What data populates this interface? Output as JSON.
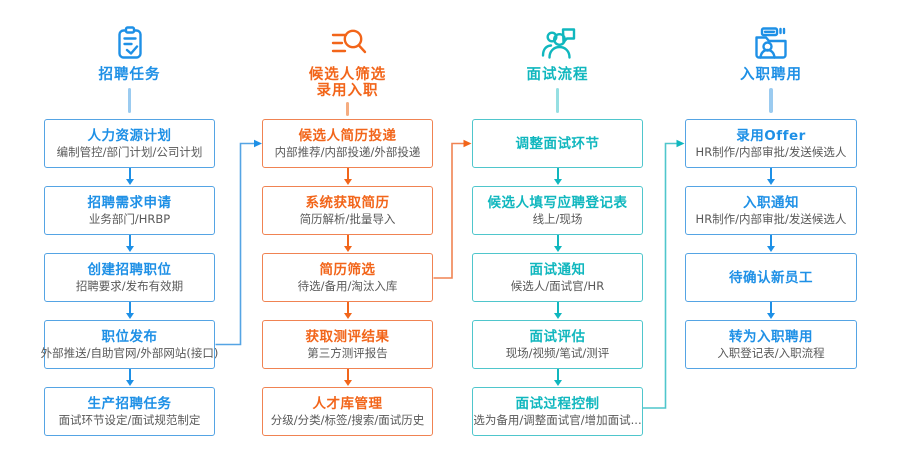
{
  "page": {
    "background": "#ffffff"
  },
  "colors": {
    "blue": "#1E90E6",
    "blue_border": "#55A4E4",
    "blue_light": "#9BCBF0",
    "orange": "#F2651A",
    "orange_border": "#F08352",
    "orange_light": "#F5AC80",
    "teal": "#10B7BE",
    "teal_border": "#4FC6CC",
    "teal_light": "#96DFE2",
    "subtitle_gray": "#595959"
  },
  "columns": [
    {
      "id": "recruiting-tasks",
      "icon": "clipboard-check-icon",
      "theme": "blue",
      "title": "招聘任务",
      "title_line2": "",
      "boxes": [
        {
          "title": "人力资源计划",
          "subtitle": "编制管控/部门计划/公司计划"
        },
        {
          "title": "招聘需求申请",
          "subtitle": "业务部门/HRBP"
        },
        {
          "title": "创建招聘职位",
          "subtitle": "招聘要求/发布有效期"
        },
        {
          "title": "职位发布",
          "subtitle": "外部推送/自助官网/外部网站(接口)"
        },
        {
          "title": "生产招聘任务",
          "subtitle": "面试环节设定/面试规范制定"
        }
      ]
    },
    {
      "id": "candidate-screening",
      "icon": "list-search-icon",
      "theme": "orange",
      "title": "候选人筛选",
      "title_line2": "录用入职",
      "boxes": [
        {
          "title": "候选人简历投递",
          "subtitle": "内部推荐/内部投递/外部投递"
        },
        {
          "title": "系统获取简历",
          "subtitle": "简历解析/批量导入"
        },
        {
          "title": "简历筛选",
          "subtitle": "待选/备用/淘汰入库"
        },
        {
          "title": "获取测评结果",
          "subtitle": "第三方测评报告"
        },
        {
          "title": "人才库管理",
          "subtitle": "分级/分类/标签/搜索/面试历史"
        }
      ]
    },
    {
      "id": "interview-process",
      "icon": "people-chat-icon",
      "theme": "teal",
      "title": "面试流程",
      "title_line2": "",
      "boxes": [
        {
          "title": "调整面试环节",
          "subtitle": ""
        },
        {
          "title": "候选人填写应聘登记表",
          "subtitle": "线上/现场"
        },
        {
          "title": "面试通知",
          "subtitle": "候选人/面试官/HR"
        },
        {
          "title": "面试评估",
          "subtitle": "现场/视频/笔试/测评"
        },
        {
          "title": "面试过程控制",
          "subtitle": "选为备用/调整面试官/增加面试..."
        }
      ]
    },
    {
      "id": "onboarding",
      "icon": "folder-person-icon",
      "theme": "blue",
      "title": "入职聘用",
      "title_line2": "",
      "boxes": [
        {
          "title": "录用Offer",
          "subtitle": "HR制作/内部审批/发送候选人"
        },
        {
          "title": "入职通知",
          "subtitle": "HR制作/内部审批/发送候选人"
        },
        {
          "title": "待确认新员工",
          "subtitle": ""
        },
        {
          "title": "转为入职聘用",
          "subtitle": "入职登记表/入职流程"
        }
      ]
    }
  ],
  "connectors": [
    {
      "from": "职位发布",
      "to": "候选人简历投递",
      "color": "blue"
    },
    {
      "from": "简历筛选",
      "to": "调整面试环节",
      "color": "orange"
    },
    {
      "from": "面试过程控制",
      "to": "录用Offer",
      "color": "teal"
    }
  ]
}
